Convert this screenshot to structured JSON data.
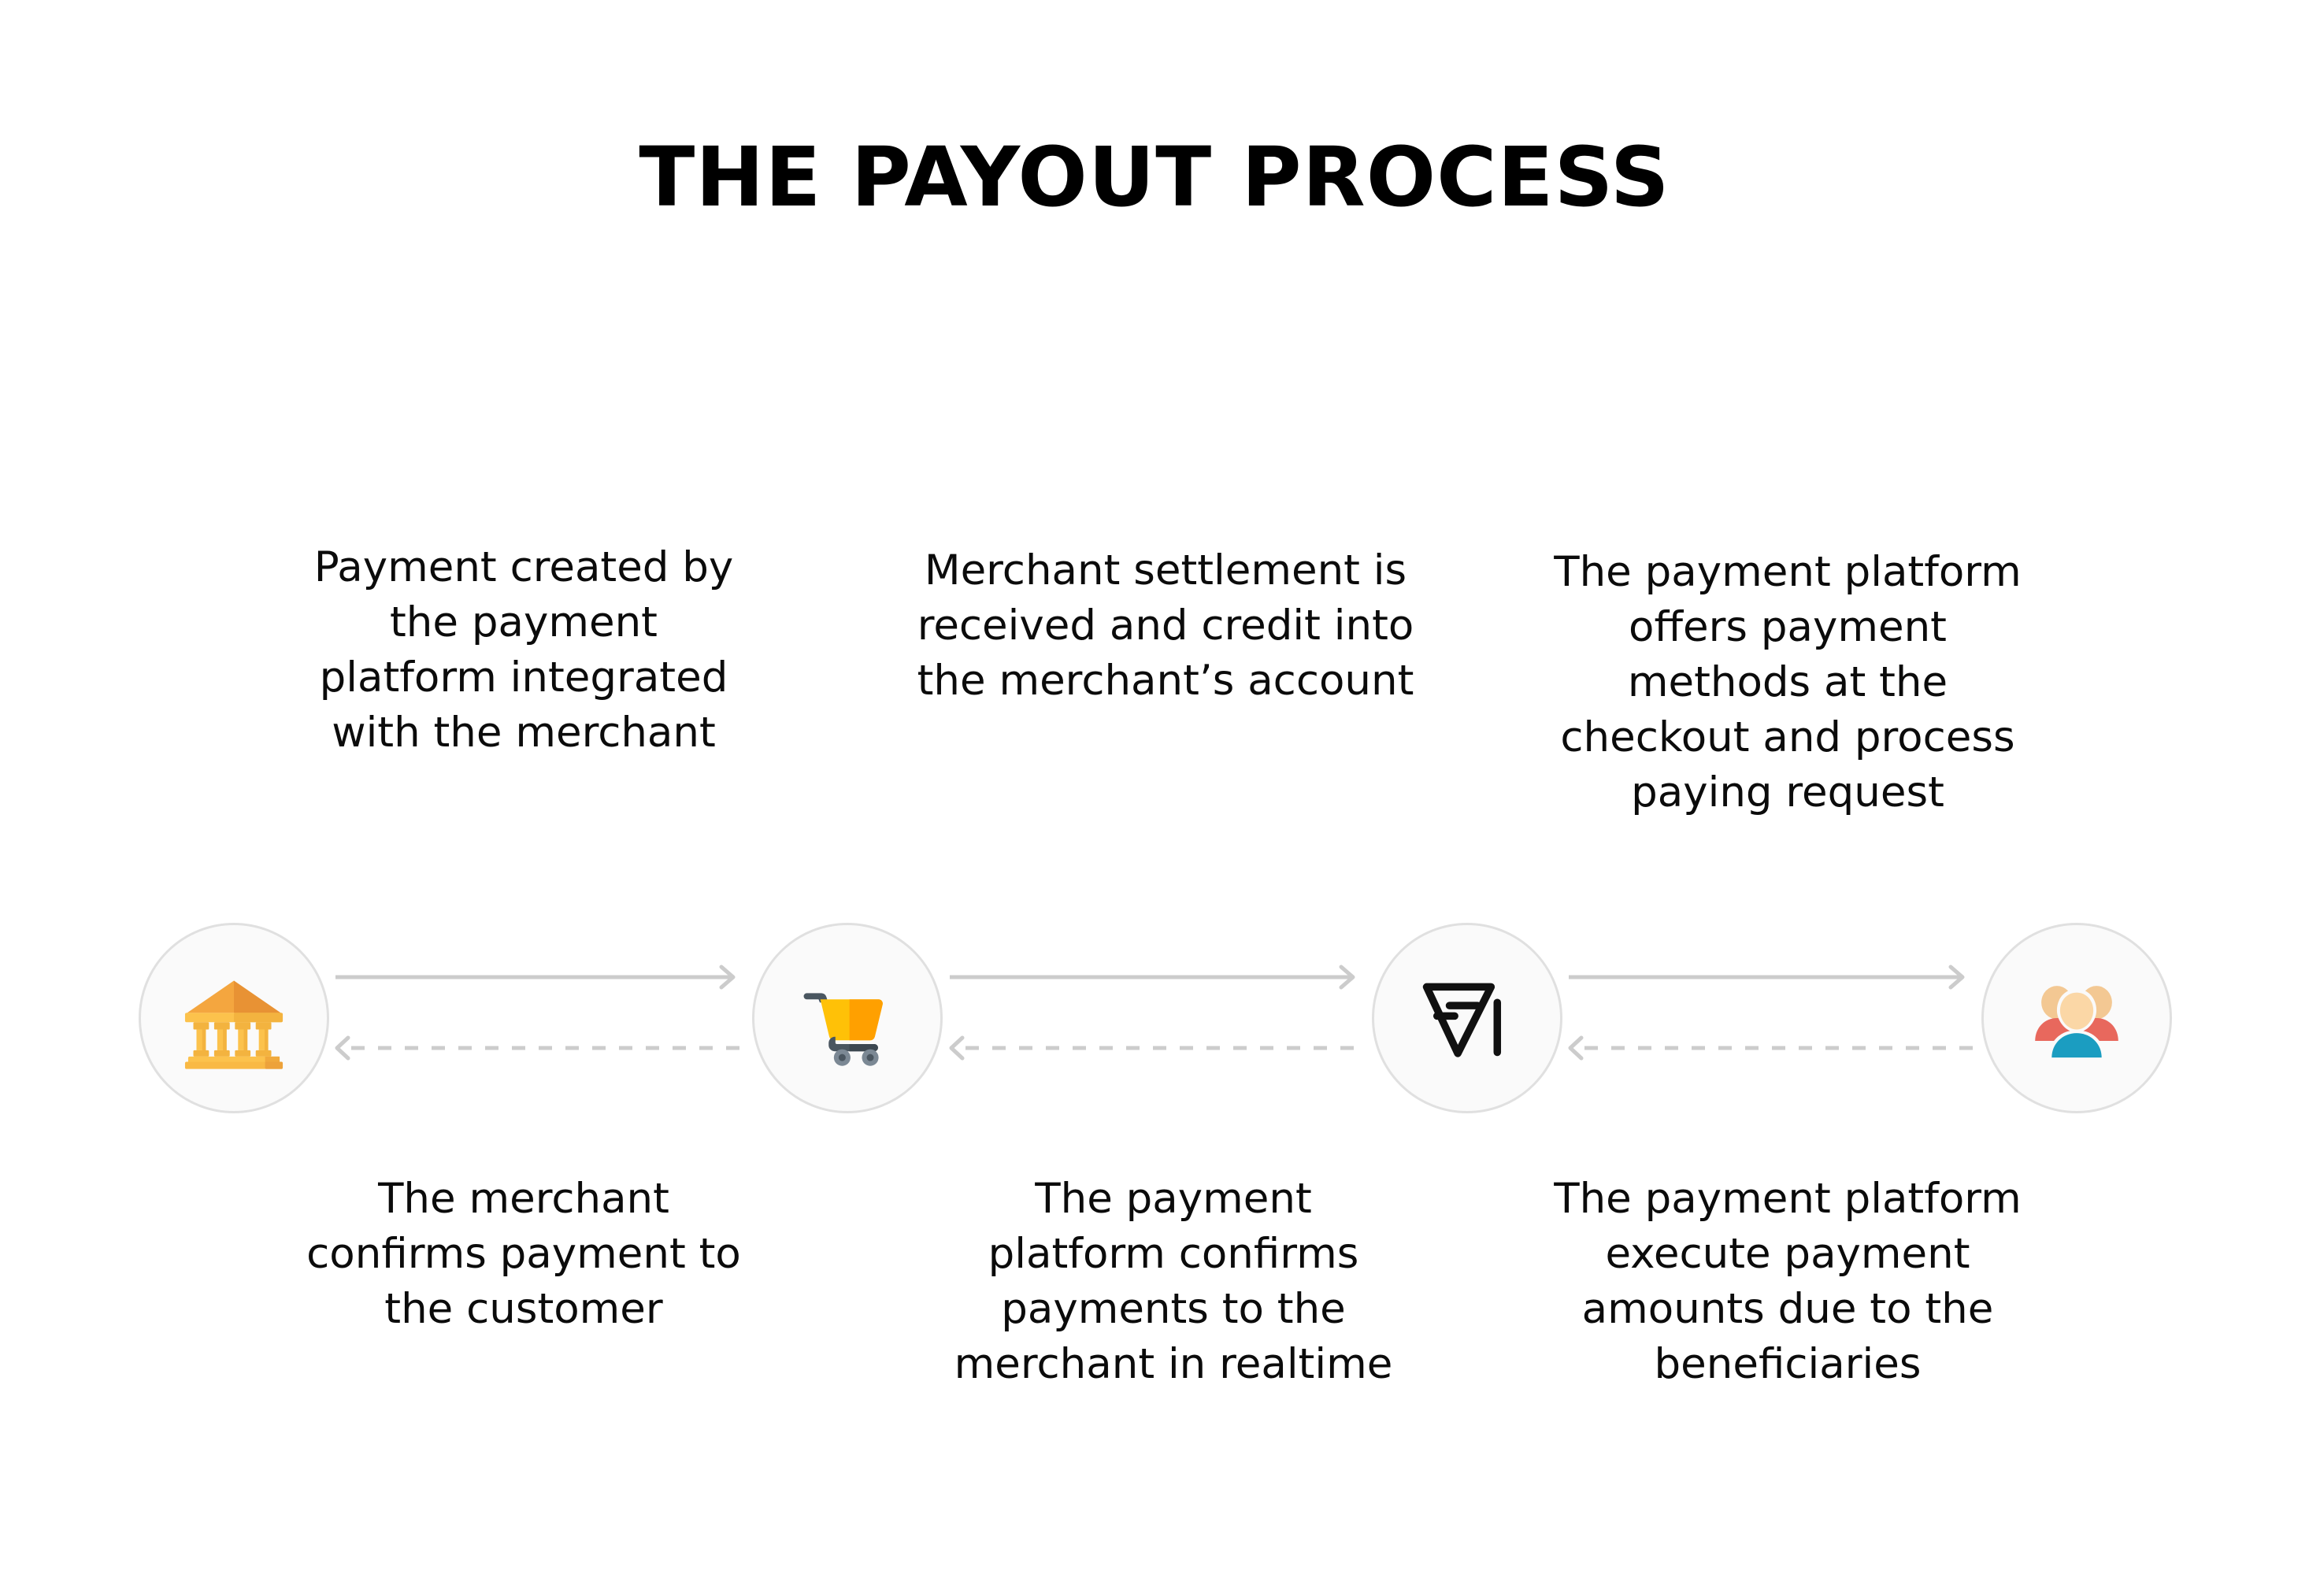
{
  "page": {
    "background": "#ffffff",
    "title": "THE PAYOUT PROCESS"
  },
  "colors": {
    "text": "#0b0b0b",
    "title": "#000000",
    "circle_fill": "#fafafa",
    "circle_border": "#e0e0e0",
    "arrow": "#cccccc",
    "bank_roof": "#f0a13c",
    "bank_roof_shadow": "#e89234",
    "bank_column": "#fcc24c",
    "bank_column_shadow": "#f5b73f",
    "cart_basket": "#ffc107",
    "cart_basket_shadow": "#ffa000",
    "cart_frame": "#4a5660",
    "cart_wheel": "#7b8894",
    "logo": "#111111",
    "people_front": "#1b9dc1",
    "people_back": "#e8685d",
    "people_head": "#f8cd98",
    "people_head_front": "#fbd7a6"
  },
  "flow": {
    "nodes": [
      {
        "id": "bank",
        "icon": "bank-icon",
        "label": "bank"
      },
      {
        "id": "cart",
        "icon": "shopping-cart-icon",
        "label": "shopping cart"
      },
      {
        "id": "platform",
        "icon": "payment-platform-logo-icon",
        "label": "payment platform"
      },
      {
        "id": "people",
        "icon": "people-group-icon",
        "label": "beneficiaries"
      }
    ],
    "connectors": [
      {
        "forward": "solid-arrow-right",
        "backward": "dashed-arrow-left"
      },
      {
        "forward": "solid-arrow-right",
        "backward": "dashed-arrow-left"
      },
      {
        "forward": "solid-arrow-right",
        "backward": "dashed-arrow-left"
      }
    ]
  },
  "captions": {
    "top": [
      {
        "id": "caption-top-1",
        "text": "Payment created by the payment platform integrated with the merchant",
        "lines": [
          "Payment created by",
          "the payment",
          "platform integrated",
          "with the merchant"
        ]
      },
      {
        "id": "caption-top-2",
        "text": "Merchant settlement is received and credit into the merchant’s account",
        "lines": [
          "Merchant settlement is",
          "received and credit into",
          "the merchant’s account"
        ]
      },
      {
        "id": "caption-top-3",
        "text": "The payment platform offers payment methods at the checkout and process paying request",
        "lines": [
          "The payment platform",
          "offers payment",
          "methods at the",
          "checkout and process",
          "paying request"
        ]
      }
    ],
    "bottom": [
      {
        "id": "caption-bottom-1",
        "text": "The merchant confirms payment to the customer",
        "lines": [
          "The merchant",
          "confirms payment to",
          "the customer"
        ]
      },
      {
        "id": "caption-bottom-2",
        "text": "The payment platform confirms payments to the merchant in realtime",
        "lines": [
          "The payment",
          "platform confirms",
          "payments to the",
          "merchant in realtime"
        ]
      },
      {
        "id": "caption-bottom-3",
        "text": "The payment platform execute payment amounts due to the beneficiaries",
        "lines": [
          "The payment platform",
          "execute payment",
          "amounts due to the",
          "beneficiaries"
        ]
      }
    ]
  }
}
